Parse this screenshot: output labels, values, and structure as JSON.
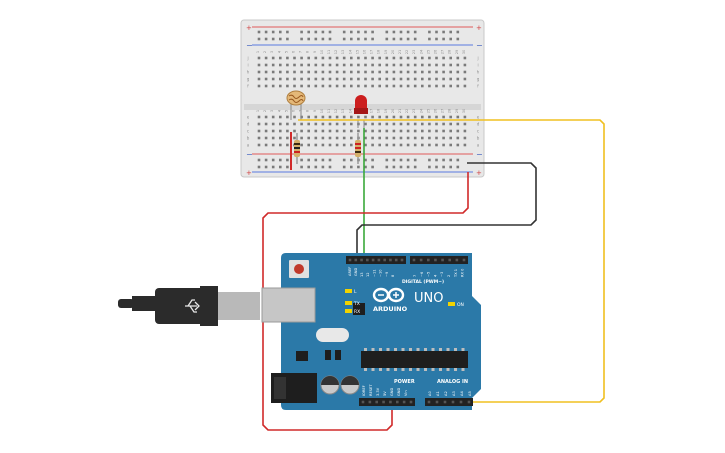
{
  "breadboard": {
    "column_numbers": [
      "1",
      "2",
      "3",
      "4",
      "5",
      "6",
      "7",
      "8",
      "9",
      "10",
      "11",
      "12",
      "13",
      "14",
      "15",
      "16",
      "17",
      "18",
      "19",
      "20",
      "21",
      "22",
      "23",
      "24",
      "25",
      "26",
      "27",
      "28",
      "29",
      "30"
    ],
    "row_letters_top": [
      "j",
      "i",
      "h",
      "g",
      "f"
    ],
    "row_letters_bottom": [
      "e",
      "d",
      "c",
      "b",
      "a"
    ]
  },
  "arduino": {
    "brand": "ARDUINO",
    "model": "UNO",
    "digital_label": "DIGITAL (PWM~)",
    "power_label": "POWER",
    "analog_label": "ANALOG IN",
    "aref": "AREF",
    "gnd": "GND",
    "led_l": "L",
    "led_tx": "TX",
    "led_rx": "RX",
    "on": "ON",
    "power_pins": [
      "IOREF",
      "RESET",
      "3.3V",
      "5V",
      "GND",
      "GND",
      "Vin"
    ],
    "analog_pins": [
      "A0",
      "A1",
      "A2",
      "A3",
      "A4",
      "A5"
    ],
    "digital_pins": [
      "13",
      "12",
      "~11",
      "~10",
      "~9",
      "8",
      "7",
      "~6",
      "~5",
      "4",
      "~3",
      "2",
      "TX 1",
      "RX 0"
    ]
  },
  "colors": {
    "board_blue": "#2b79a8",
    "breadboard_bg": "#e8e8e8",
    "wire_red": "#d12a2a",
    "wire_black": "#333333",
    "wire_green": "#3aa83a",
    "wire_yellow": "#f0c020",
    "led_red": "#cc1e1e"
  }
}
